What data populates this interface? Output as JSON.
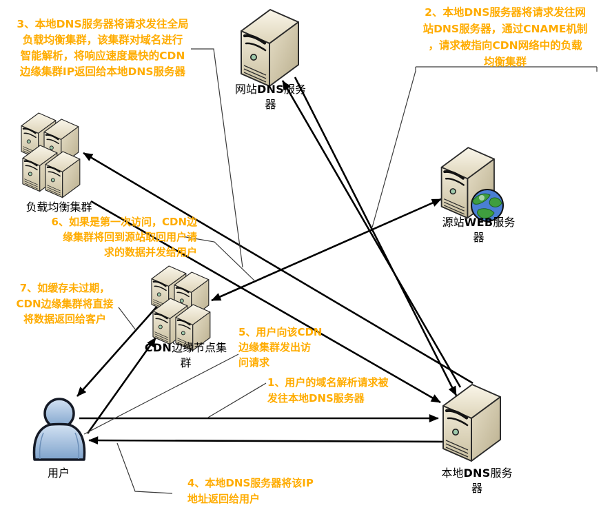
{
  "diagram_title": "",
  "colors": {
    "annotation_text": "#ffac00",
    "label_text": "#000000",
    "arrow": "#000000",
    "tower_front": "#e9e2cd",
    "tower_side": "#cdc3a6",
    "tower_top": "#f4efe0",
    "user_fill": "#9db9d9",
    "globe_sea": "#4a7fd4",
    "globe_land": "#3f9e3f"
  },
  "nodes": [
    {
      "id": "website-dns-server",
      "icon": "server-tower",
      "label_parts": [
        {
          "t": "网站"
        },
        {
          "t": "DNS",
          "b": 1
        },
        {
          "t": "服务\n器"
        }
      ]
    },
    {
      "id": "load-balancer-cluster",
      "icon": "server-cluster",
      "label_parts": [
        {
          "t": "负载均衡集群"
        }
      ]
    },
    {
      "id": "origin-web-server",
      "icon": "server-tower-globe",
      "label_parts": [
        {
          "t": "源站"
        },
        {
          "t": "WEB",
          "b": 1
        },
        {
          "t": "服务\n器"
        }
      ]
    },
    {
      "id": "cdn-edge-cluster",
      "icon": "server-cluster",
      "label_parts": [
        {
          "t": "CDN",
          "b": 1
        },
        {
          "t": "边缘节点集\n群"
        }
      ]
    },
    {
      "id": "local-dns-server",
      "icon": "server-tower",
      "label_parts": [
        {
          "t": "本地"
        },
        {
          "t": "DNS",
          "b": 1
        },
        {
          "t": "服务\n器"
        }
      ]
    },
    {
      "id": "user",
      "icon": "person",
      "label_parts": [
        {
          "t": "用户"
        }
      ]
    }
  ],
  "annotations": [
    {
      "step": "1",
      "text": "1、用户的域名解析请求被\n发往本地DNS服务器"
    },
    {
      "step": "2",
      "text": "2、本地DNS服务器将请求发往网\n站DNS服务器，通过CNAME机制\n，请求被指向CDN网络中的负载\n均衡集群"
    },
    {
      "step": "3",
      "text": "3、本地DNS服务器将请求发往全局\n负载均衡集群，该集群对域名进行\n智能解析，将响应速度最快的CDN\n边缘集群IP返回给本地DNS服务器"
    },
    {
      "step": "4",
      "text": "4、本地DNS服务器将该IP\n地址返回给用户"
    },
    {
      "step": "5",
      "text": "5、用户向该CDN\n边缘集群发出访\n问请求"
    },
    {
      "step": "6",
      "text": "6、如果是第一次访问，CDN边\n缘集群将回到源站取回用户请\n求的数据并发给用户"
    },
    {
      "step": "7",
      "text": "7、如缓存未过期，\nCDN边缘集群将直接\n将数据返回给客户"
    }
  ],
  "flows": [
    {
      "step": "1",
      "from": "user",
      "to": "local-dns-server",
      "bidirectional": false
    },
    {
      "step": "2",
      "from": "local-dns-server",
      "to": "website-dns-server",
      "bidirectional": false
    },
    {
      "step": "2-response",
      "from": "website-dns-server",
      "to": "local-dns-server",
      "bidirectional": false
    },
    {
      "step": "3",
      "from": "local-dns-server",
      "to": "load-balancer-cluster",
      "bidirectional": false
    },
    {
      "step": "3-response",
      "from": "load-balancer-cluster",
      "to": "local-dns-server",
      "bidirectional": false
    },
    {
      "step": "4",
      "from": "local-dns-server",
      "to": "user",
      "bidirectional": false
    },
    {
      "step": "5",
      "from": "user",
      "to": "cdn-edge-cluster",
      "bidirectional": false
    },
    {
      "step": "6",
      "from": "cdn-edge-cluster",
      "to": "origin-web-server",
      "bidirectional": true
    },
    {
      "step": "7",
      "from": "cdn-edge-cluster",
      "to": "user",
      "bidirectional": false
    }
  ]
}
